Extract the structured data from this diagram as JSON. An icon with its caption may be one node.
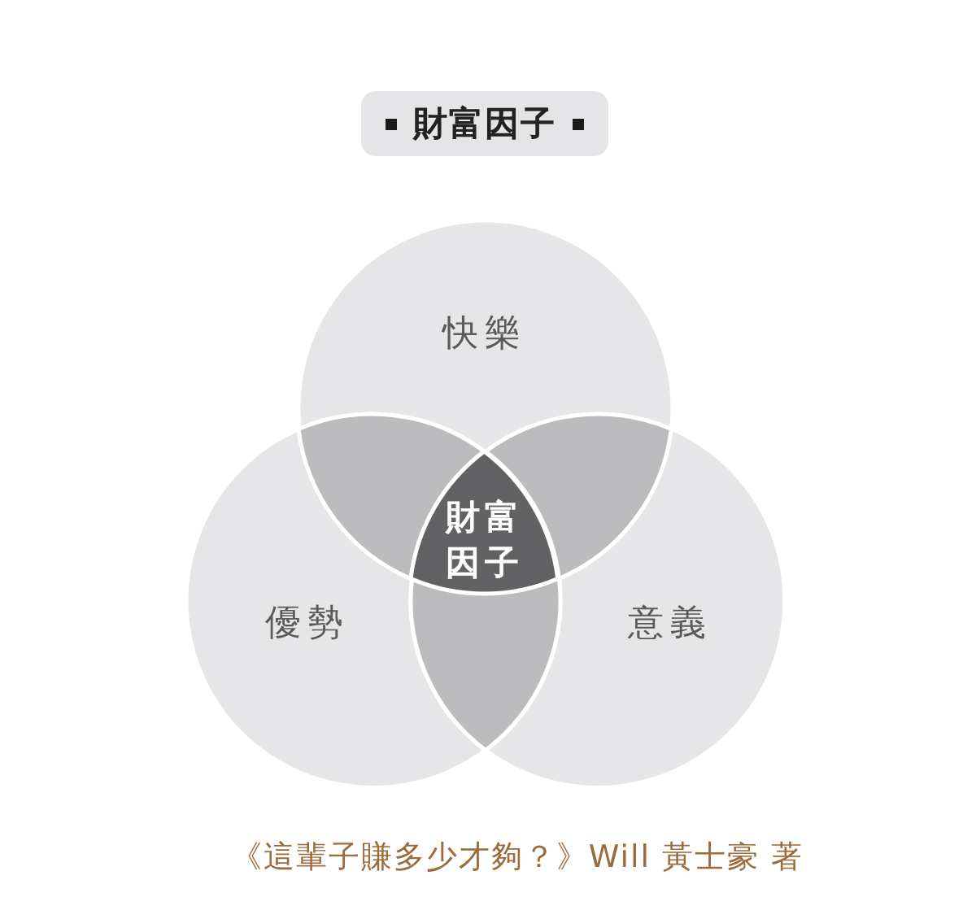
{
  "diagram": {
    "title": "財富因子",
    "nodes": [
      {
        "text": [
          "快樂"
        ]
      },
      {
        "text": [],
        "shape": "lens"
      },
      {
        "text": [
          "財富因子"
        ]
      },
      {
        "text": [],
        "shape": "lens"
      },
      {
        "text": [
          "優勢"
        ]
      },
      {
        "text": [],
        "shape": "lens"
      },
      {
        "text": [
          "意義"
        ]
      }
    ],
    "caption": "《這輩子賺多少才夠？》Will 黃士豪 著"
  }
}
